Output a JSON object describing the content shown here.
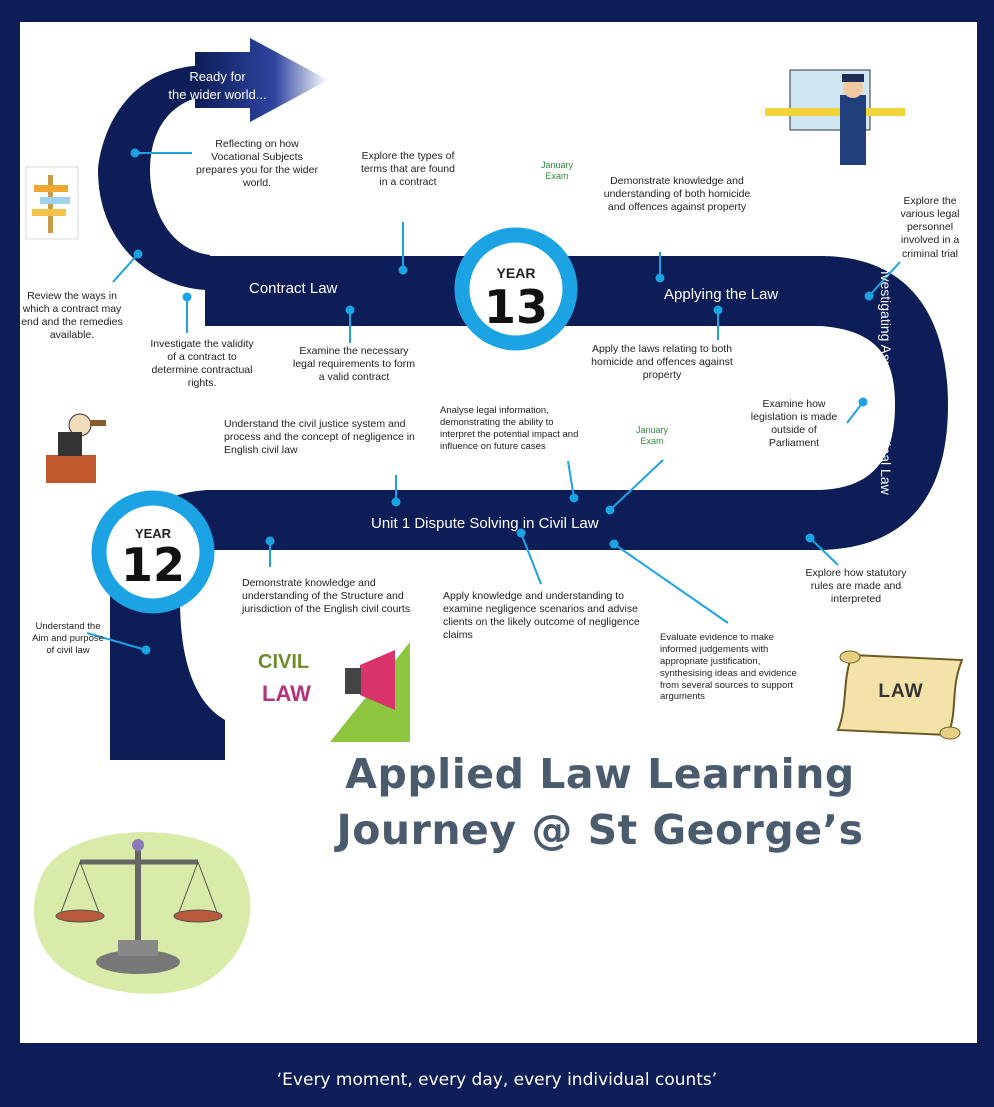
{
  "title": {
    "line1": "Applied Law Learning",
    "line2": "Journey @ St George’s"
  },
  "motto": "‘Every moment, every day, every individual counts’",
  "road": {
    "arrow_label_1": "Ready for",
    "arrow_label_2": "the wider world...",
    "contract_law": "Contract Law",
    "applying_law": "Applying the Law",
    "criminal": "Investigating Aspects of Criminal Law",
    "unit1": "Unit 1 Dispute Solving in Civil Law"
  },
  "year13": {
    "label": "YEAR",
    "number": "13"
  },
  "year12": {
    "label": "YEAR",
    "number": "12"
  },
  "exams": {
    "exam1": "January\nExam",
    "exam2": "January\nExam"
  },
  "notes": {
    "reflecting": "Reflecting on how Vocational Subjects prepares you for the wider world.",
    "types_terms": "Explore the types of terms that are found in a contract",
    "homicide_knowledge": "Demonstrate knowledge and understanding of both homicide and offences against property",
    "legal_personnel": "Explore the various legal personnel involved in a criminal trial",
    "review_ways": "Review the ways in which a contract may end and the remedies available.",
    "validity": "Investigate the validity of a contract to determine contractual rights.",
    "legal_requirements": "Examine the necessary legal requirements to form a valid contract",
    "apply_laws": "Apply the laws relating to both homicide and offences against property",
    "examine_legislation": "Examine how legislation is made outside of Parliament",
    "civil_justice": "Understand the civil justice system and process and the concept of negligence in English civil law",
    "analyse": "Analyse legal information, demonstrating the ability to interpret the potential impact and influence on future cases",
    "structure": "Demonstrate knowledge and understanding of the Structure and jurisdiction of the English civil courts",
    "apply_knowledge": "Apply knowledge and understanding to examine negligence scenarios and advise clients on the likely outcome of negligence claims",
    "statutory": "Explore how statutory rules are made and interpreted",
    "aim": "Understand the Aim and purpose of civil law",
    "evaluate": "Evaluate evidence to make informed judgements with appropriate justification, synthesising ideas and evidence from several sources to support arguments"
  },
  "pictures": {
    "civil_law_1": "CIVIL",
    "civil_law_2": "LAW",
    "scroll": "LAW"
  },
  "colors": {
    "road": "#0d1d57",
    "ring": "#1ba3e3",
    "frame": "#0d1d57",
    "title": "#4b5b6e"
  }
}
